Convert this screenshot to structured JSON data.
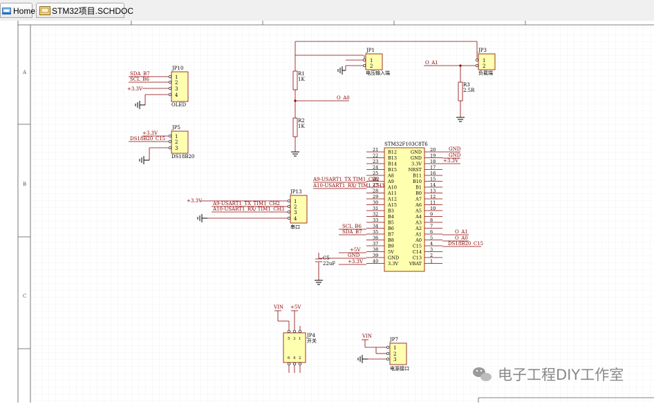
{
  "tabs": [
    {
      "label": "Home"
    },
    {
      "label": "STM32项目.SCHDOC"
    }
  ],
  "border": {
    "rows": [
      "A",
      "B",
      "C"
    ]
  },
  "nets": {
    "sda_b7": "SDA_B7",
    "scl_b6": "SCL_B6",
    "v33": "+3.3V",
    "ds18b20_c15": "DS18B20_C15",
    "usart_tx": "A9-USART1_TX_TIM1_CH2",
    "usart_rx": "A10-USART1_RX/ TIM1_CH3",
    "o_a0": "O_A0",
    "o_a1": "O_A1",
    "vin": "VIN",
    "v5": "+5V",
    "gnd": "GND",
    "mcu_tx": "A9-USART1_TX TIM1_CH2",
    "mcu_rx": "A10-USART1_RX/ TIM1_CH3",
    "scl_b6_mcu": "SCL_B6",
    "sda_b7_mcu": "SDA_B7",
    "v5_mcu": "+5V",
    "gnd_mcu": "GND",
    "v33_mcu": "+3.3V",
    "gnd_r1": "GND",
    "gnd_r2": "GND",
    "v33_r3": "+3.3V",
    "o_a1_mcu": "O_A1",
    "o_a0_mcu": "O_A0",
    "ds_mcu": "DS18B20_C15"
  },
  "components": {
    "jp10": {
      "ref": "JP10",
      "name": "OLED",
      "pins": [
        "1",
        "2",
        "3",
        "4"
      ]
    },
    "jp5": {
      "ref": "JP5",
      "name": "DS18B20",
      "pins": [
        "1",
        "2",
        "3"
      ]
    },
    "jp13": {
      "ref": "JP13",
      "name": "串口",
      "pins": [
        "1",
        "2",
        "3",
        "4"
      ]
    },
    "jp1": {
      "ref": "JP1",
      "name": "电压输入端",
      "pins": [
        "1",
        "2"
      ]
    },
    "jp3": {
      "ref": "JP3",
      "name": "负载端",
      "pins": [
        "1",
        "2"
      ]
    },
    "r1": {
      "ref": "R1",
      "value": "1K"
    },
    "r2": {
      "ref": "R2",
      "value": "1K"
    },
    "r3": {
      "ref": "R3",
      "value": "2.5R"
    },
    "c5": {
      "ref": "C5",
      "value": "22uF"
    },
    "jp4": {
      "ref": "JP4",
      "name": "开关",
      "pins_top": [
        "5",
        "3",
        "1"
      ],
      "pins_bottom": [
        "6",
        "4",
        "2"
      ]
    },
    "jp7": {
      "ref": "JP7",
      "name": "电源接口",
      "pins": [
        "1",
        "2",
        "3"
      ]
    },
    "mcu": {
      "ref": "STM32F103C8T6",
      "left_nums": [
        "21",
        "22",
        "23",
        "24",
        "25",
        "26",
        "27",
        "28",
        "29",
        "30",
        "31",
        "32",
        "33",
        "34",
        "35",
        "36",
        "37",
        "38",
        "39",
        "40"
      ],
      "left_names": [
        "B12",
        "B13",
        "B14",
        "B15",
        "A8",
        "A9",
        "A10",
        "A11",
        "A12",
        "A15",
        "B3",
        "B4",
        "B5",
        "B6",
        "B7",
        "B8",
        "B9",
        "5V",
        "GND",
        "3.3V"
      ],
      "right_names": [
        "GND",
        "GND",
        "3.3V",
        "NRST",
        "B11",
        "B10",
        "B1",
        "B0",
        "A7",
        "A6",
        "A5",
        "A4",
        "A3",
        "A2",
        "A1",
        "A0",
        "C15",
        "C14",
        "C13",
        "VBAT"
      ],
      "right_nums": [
        "20",
        "19",
        "18",
        "17",
        "16",
        "15",
        "14",
        "13",
        "12",
        "11",
        "10",
        "9",
        "8",
        "7",
        "6",
        "5",
        "4",
        "3",
        "2",
        "1"
      ]
    }
  },
  "watermark": {
    "text": "电子工程DIY工作室"
  }
}
